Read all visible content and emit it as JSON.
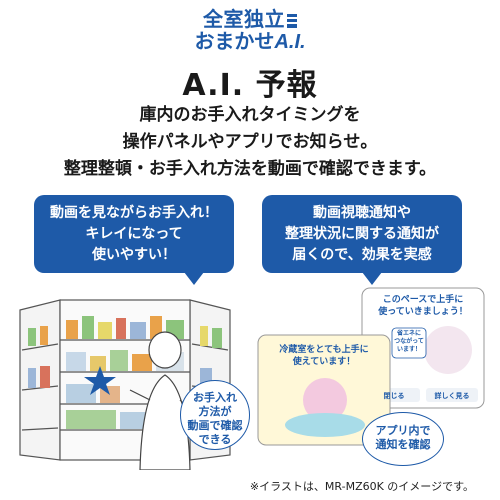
{
  "logo": {
    "line1": "全室独立",
    "line2_prefix": "おまかせ",
    "line2_ai": "A.I."
  },
  "title": "A.I. 予報",
  "description": [
    "庫内のお手入れタイミングを",
    "操作パネルやアプリでお知らせ。",
    "整理整頓・お手入れ方法を動画で確認できます。"
  ],
  "bubbles": {
    "left": [
      "動画を見ながらお手入れ！",
      "キレイになって",
      "使いやすい！"
    ],
    "right": [
      "動画視聴通知や",
      "整理状況に関する通知が",
      "届くので、効果を実感"
    ]
  },
  "tags": {
    "left": [
      "お手入れ",
      "方法が",
      "動画で確認",
      "できる"
    ],
    "right": [
      "アプリ内で",
      "通知を確認"
    ]
  },
  "app_screens": {
    "screen1": [
      "このペースで上手に",
      "使っていきましょう！"
    ],
    "screen1_chip": [
      "省エネに",
      "つながって",
      "います！"
    ],
    "screen1_buttons": [
      "閉じる",
      "詳しく見る"
    ],
    "screen2": [
      "冷蔵室をとても上手に",
      "使えています！"
    ]
  },
  "note": "※イラストは、MR-MZ60K のイメージです。",
  "colors": {
    "brand": "#1e5aa8"
  }
}
